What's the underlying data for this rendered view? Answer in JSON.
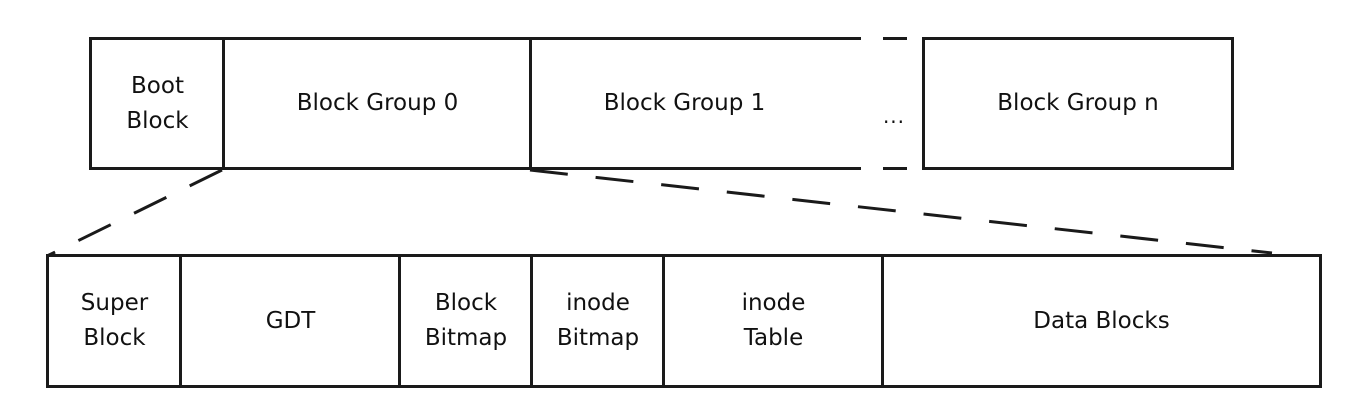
{
  "top_row": {
    "boot_block": "Boot\nBlock",
    "block_group_0": "Block Group 0",
    "block_group_1": "Block Group 1",
    "ellipsis": "...",
    "block_group_n": "Block Group n"
  },
  "bottom_row": {
    "super_block": "Super\nBlock",
    "gdt": "GDT",
    "block_bitmap": "Block\nBitmap",
    "inode_bitmap": "inode\nBitmap",
    "inode_table": "inode\nTable",
    "data_blocks": "Data Blocks"
  }
}
